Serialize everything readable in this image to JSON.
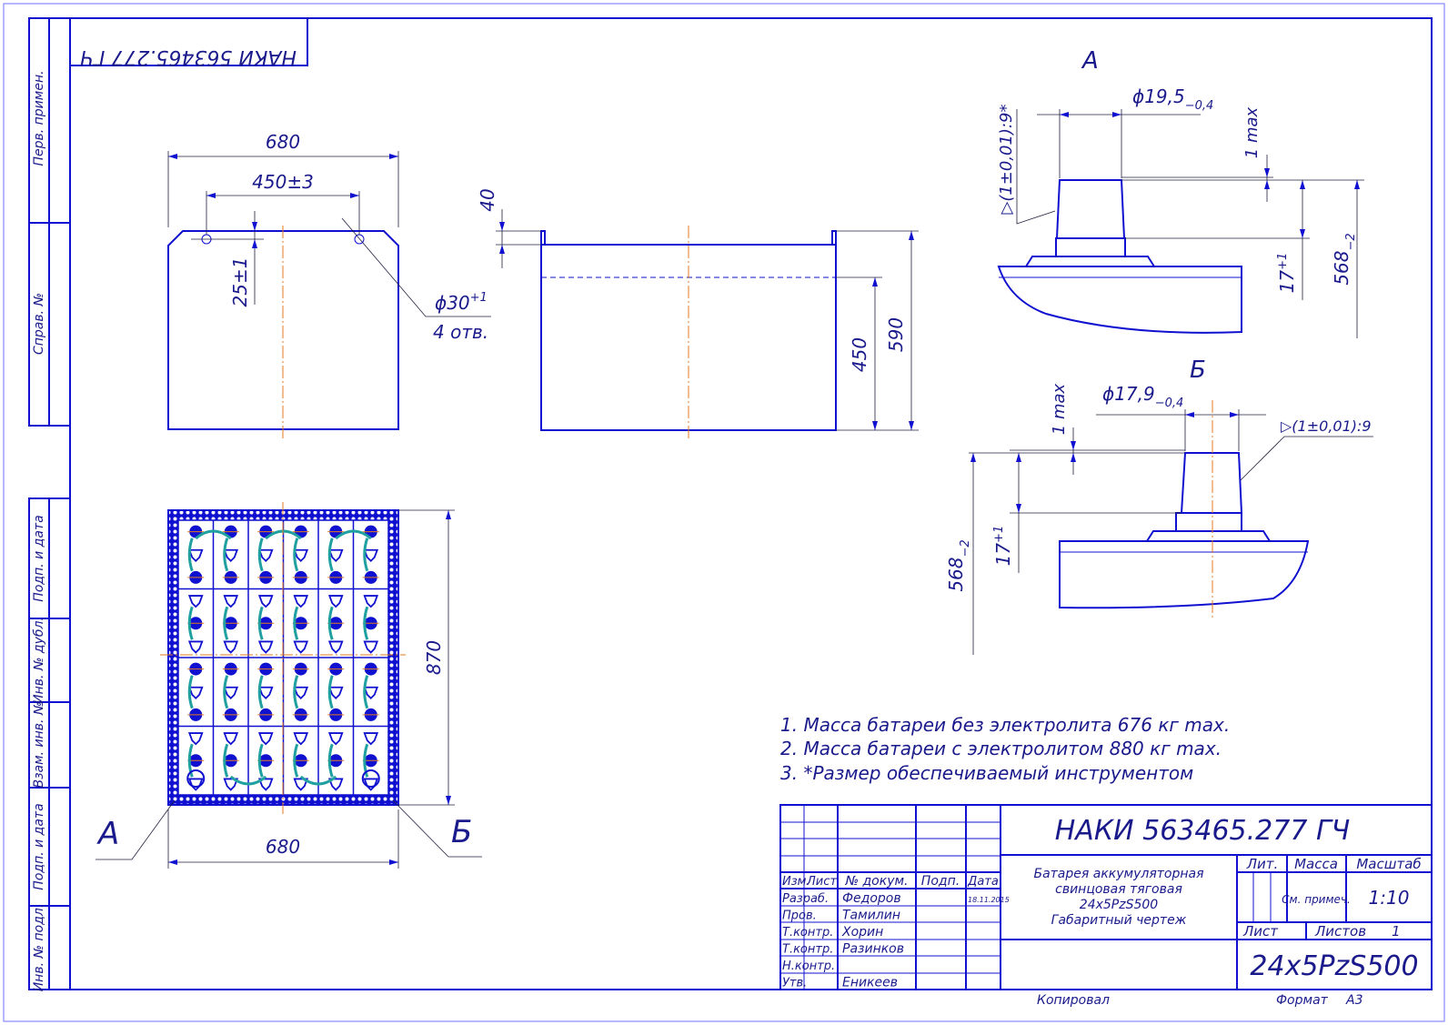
{
  "drawing": {
    "designation": "НАКИ 563465.277 ГЧ",
    "designation_mirrored": "НАКИ 563465.277 ГЧ"
  },
  "side_strip": {
    "first_use": "Перв. примен.",
    "ref_no": "Справ. №",
    "sign_date_1": "Подп. и дата",
    "dup_inv": "Инв. № дубл.",
    "replace_inv": "Взам. инв. №",
    "sign_date_2": "Подп. и дата",
    "orig_inv": "Инв. № подл."
  },
  "top_view": {
    "width": "680",
    "hole_spacing": "450±3",
    "hole_offset": "25±1",
    "hole_dia": "ϕ30",
    "hole_dia_tol": "+1",
    "hole_count": "4 отв."
  },
  "front_view": {
    "lip": "40",
    "height_inner": "450",
    "height_total": "590"
  },
  "plan_view": {
    "depth": "870",
    "width": "680",
    "label_a": "А",
    "label_b": "Б"
  },
  "detail_a": {
    "title": "А",
    "dia": "ϕ19,5",
    "dia_tol": "−0,4",
    "taper": "▷(1±0,01):9*",
    "gap": "1 max",
    "terminal": "17",
    "terminal_tol": "+1",
    "height": "568",
    "height_tol": "−2"
  },
  "detail_b": {
    "title": "Б",
    "dia": "ϕ17,9",
    "dia_tol": "−0,4",
    "taper": "▷(1±0,01):9",
    "gap": "1 max",
    "terminal": "17",
    "terminal_tol": "+1",
    "height": "568",
    "height_tol": "−2"
  },
  "notes": [
    "1. Масса батареи без электролита 676 кг max.",
    "2. Масса батареи с электролитом 880 кг max.",
    "3.  *Размер обеспечиваемый инструментом"
  ],
  "title_block": {
    "designation": "НАКИ 563465.277 ГЧ",
    "name_lines": [
      "Батарея аккумуляторная",
      "свинцовая тяговая",
      "24х5PzS500",
      "Габаритный чертеж"
    ],
    "code": "24х5PzS500",
    "col_izm": "Изм.",
    "col_list": "Лист",
    "col_doc": "№ докум.",
    "col_sign": "Подп.",
    "col_date": "Дата",
    "roles": [
      {
        "role": "Разраб.",
        "name": "Федоров",
        "date": "18.11.2015"
      },
      {
        "role": "Пров.",
        "name": "Тамилин",
        "date": ""
      },
      {
        "role": "Т.контр.",
        "name": "Хорин",
        "date": ""
      },
      {
        "role": "Т.контр.",
        "name": "Разинков",
        "date": ""
      },
      {
        "role": "Н.контр.",
        "name": "",
        "date": ""
      },
      {
        "role": "Утв.",
        "name": "Еникеев",
        "date": ""
      }
    ],
    "lit": "Лит.",
    "mass": "Масса",
    "scale_label": "Масштаб",
    "mass_value": "См. примеч.",
    "scale_value": "1:10",
    "sheet_label": "Лист",
    "sheets_label": "Листов",
    "sheets_value": "1",
    "copied": "Копировал",
    "format_label": "Формат",
    "format_value": "А3"
  }
}
